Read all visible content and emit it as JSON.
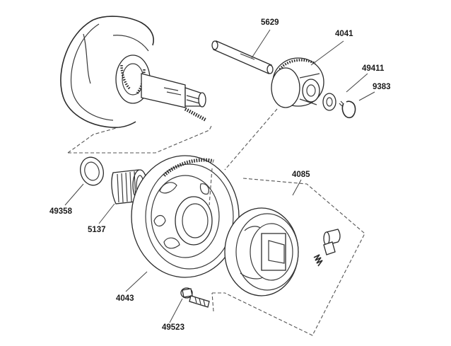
{
  "diagram": {
    "part_labels": {
      "p5629": "5629",
      "p4041": "4041",
      "p49411": "49411",
      "p9383": "9383",
      "p4085": "4085",
      "p49358": "49358",
      "p5137": "5137",
      "p4043": "4043",
      "p49523": "49523"
    }
  }
}
